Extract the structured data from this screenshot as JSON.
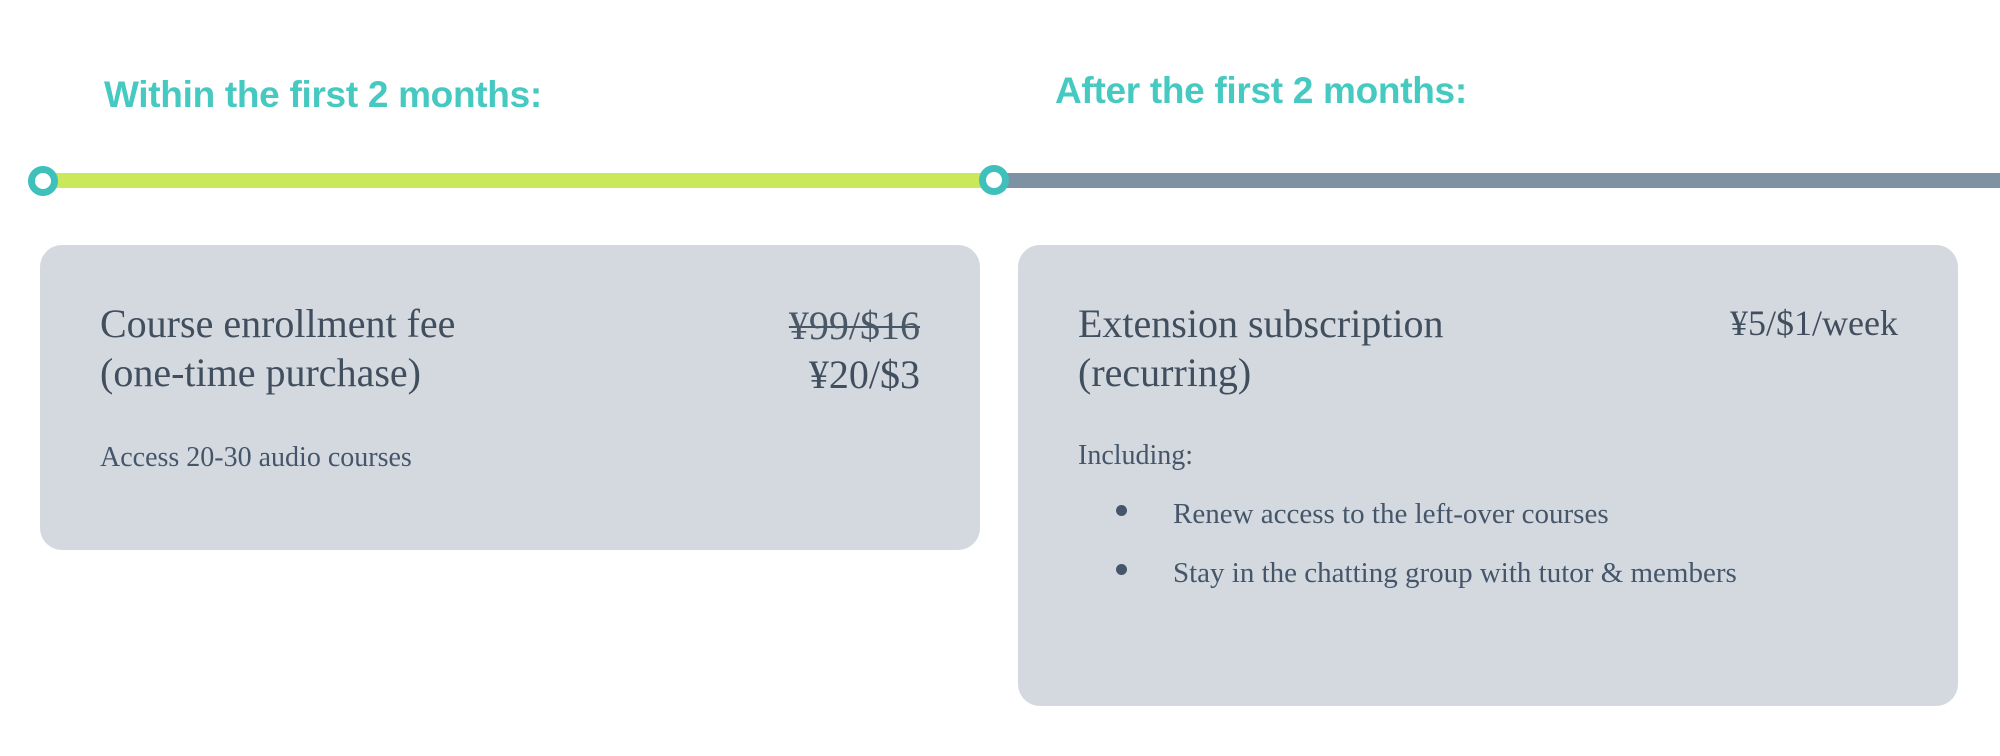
{
  "timeline": {
    "phase1": {
      "heading": "Within the first 2 months:",
      "bar_color": "#c9e85a",
      "marker_color": "#3fc0bb"
    },
    "phase2": {
      "heading": "After the first 2 months:",
      "bar_color": "#7d93a3",
      "marker_color": "#3fc0bb"
    },
    "heading_color": "#45c9c0"
  },
  "cards": {
    "left": {
      "title": "Course enrollment fee\n(one-time purchase)",
      "price_old": "¥99/$16",
      "price_new": "¥20/$3",
      "note": "Access 20-30 audio courses",
      "background": "#d4d9e0"
    },
    "right": {
      "title": "Extension subscription\n(recurring)",
      "price": "¥5/$1/week",
      "note": "Including:",
      "bullets": [
        "Renew access to the left-over courses",
        "Stay in the chatting group with tutor & members"
      ],
      "background": "#d4d9e0"
    }
  }
}
